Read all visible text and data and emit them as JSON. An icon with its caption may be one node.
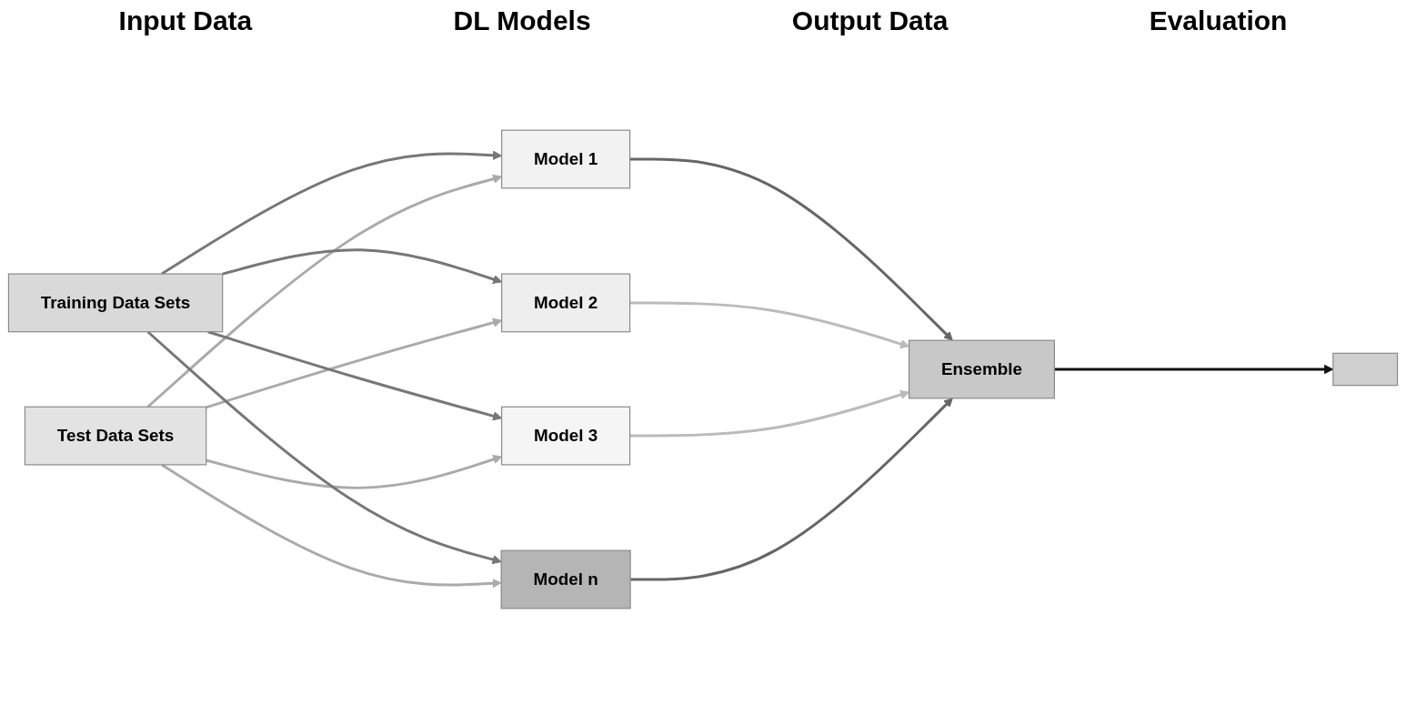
{
  "diagram": {
    "nodes": [
      {
        "text": [
          "Training Data Sets"
        ]
      },
      {
        "text": [
          "Test Data Sets"
        ]
      },
      {
        "text": [
          "Model 1"
        ]
      },
      {
        "text": [
          "Model 2"
        ]
      },
      {
        "text": [
          "Model 3"
        ]
      },
      {
        "text": [
          "Model n"
        ]
      },
      {
        "text": [
          "Ensemble"
        ]
      },
      {
        "text": [],
        "shape": "box"
      }
    ],
    "edges": [
      {
        "from": 0,
        "to": 2,
        "arrow": "to",
        "color": "#777777"
      },
      {
        "from": 1,
        "to": 2,
        "arrow": "to",
        "color": "#aaaaaa"
      },
      {
        "from": 0,
        "to": 3,
        "arrow": "to",
        "color": "#777777"
      },
      {
        "from": 1,
        "to": 3,
        "arrow": "to",
        "color": "#aaaaaa"
      },
      {
        "from": 0,
        "to": 4,
        "arrow": "to",
        "color": "#777777"
      },
      {
        "from": 1,
        "to": 4,
        "arrow": "to",
        "color": "#aaaaaa"
      },
      {
        "from": 0,
        "to": 5,
        "arrow": "to",
        "color": "#777777"
      },
      {
        "from": 1,
        "to": 5,
        "arrow": "to",
        "color": "#aaaaaa"
      },
      {
        "from": 2,
        "to": 6,
        "arrow": "to",
        "color": "#666666"
      },
      {
        "from": 3,
        "to": 6,
        "arrow": "to",
        "color": "#bbbbbb"
      },
      {
        "from": 4,
        "to": 6,
        "arrow": "to",
        "color": "#bbbbbb"
      },
      {
        "from": 5,
        "to": 6,
        "arrow": "to",
        "color": "#666666"
      },
      {
        "from": 6,
        "to": 7,
        "arrow": "to",
        "color": "#111111"
      }
    ],
    "labels": [
      "Input Data",
      "DL Models",
      "Output Data",
      "Evaluation"
    ]
  }
}
